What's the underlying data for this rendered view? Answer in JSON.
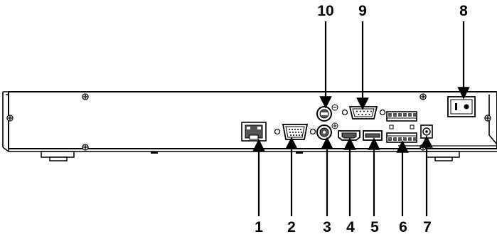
{
  "labels": {
    "port_1": "1",
    "port_2": "2",
    "port_3": "3",
    "port_4": "4",
    "port_5": "5",
    "port_6": "6",
    "port_7": "7",
    "port_8": "8",
    "port_9": "9",
    "port_10": "10"
  }
}
